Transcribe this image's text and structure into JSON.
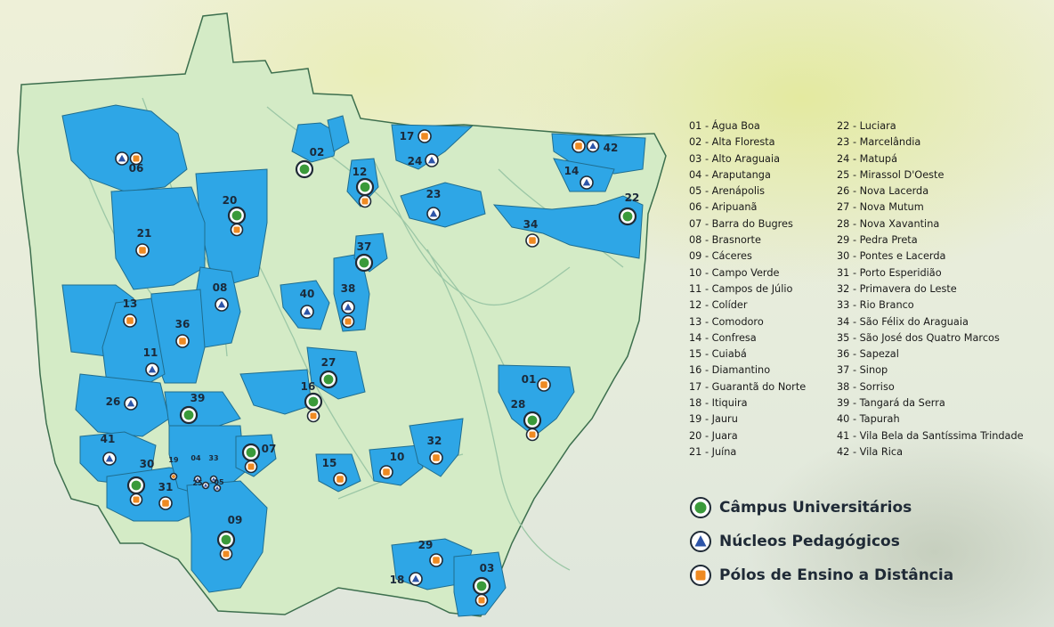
{
  "municipalities": [
    "01 - Água Boa",
    "02 - Alta Floresta",
    "03 - Alto Araguaia",
    "04 - Araputanga",
    "05 - Arenápolis",
    "06 - Aripuanã",
    "07 - Barra do Bugres",
    "08 - Brasnorte",
    "09 - Cáceres",
    "10 - Campo Verde",
    "11 - Campos de Júlio",
    "12 - Colíder",
    "13 - Comodoro",
    "14 - Confresa",
    "15 - Cuiabá",
    "16 - Diamantino",
    "17 - Guarantã do Norte",
    "18 - Itiquira",
    "19 - Jauru",
    "20 - Juara",
    "21 - Juína",
    "22 - Luciara",
    "23 - Marcelândia",
    "24 - Matupá",
    "25 - Mirassol D'Oeste",
    "26 - Nova Lacerda",
    "27 - Nova Mutum",
    "28 - Nova Xavantina",
    "29 - Pedra Preta",
    "30 - Pontes e Lacerda",
    "31 - Porto Esperidião",
    "32 - Primavera do Leste",
    "33 - Rio Branco",
    "34 - São Félix do Araguaia",
    "35 - São José dos Quatro Marcos",
    "36 - Sapezal",
    "37 - Sinop",
    "38 - Sorriso",
    "39 - Tangará da Serra",
    "40 - Tapurah",
    "41 - Vila Bela da Santíssima Trindade",
    "42 - Vila Rica"
  ],
  "legend": [
    {
      "key": "campus",
      "label": "Câmpus Universitários",
      "color": "#3a9a3a"
    },
    {
      "key": "nucleo",
      "label": "Núcleos Pedagógicos",
      "color": "#2d54a8"
    },
    {
      "key": "polo",
      "label": "Pólos de Ensino a Distância",
      "color": "#ef8a22"
    }
  ],
  "colors": {
    "state_fill": "#d4ebc6",
    "region_fill": "#2ea6e6",
    "river": "#9cc7a6",
    "border": "#3d6f4e"
  },
  "markers": [
    {
      "label": "06",
      "types": [
        "nucleo",
        "polo"
      ]
    },
    {
      "label": "02",
      "types": [
        "campus"
      ]
    },
    {
      "label": "12",
      "types": [
        "campus",
        "polo"
      ]
    },
    {
      "label": "17",
      "types": [
        "polo"
      ]
    },
    {
      "label": "24",
      "types": [
        "nucleo"
      ]
    },
    {
      "label": "42",
      "types": [
        "polo",
        "nucleo"
      ]
    },
    {
      "label": "14",
      "types": [
        "nucleo"
      ]
    },
    {
      "label": "22",
      "types": [
        "campus"
      ]
    },
    {
      "label": "20",
      "types": [
        "campus",
        "polo"
      ]
    },
    {
      "label": "21",
      "types": [
        "polo"
      ]
    },
    {
      "label": "23",
      "types": [
        "nucleo"
      ]
    },
    {
      "label": "34",
      "types": [
        "polo"
      ]
    },
    {
      "label": "37",
      "types": [
        "campus"
      ]
    },
    {
      "label": "08",
      "types": [
        "nucleo"
      ]
    },
    {
      "label": "40",
      "types": [
        "nucleo"
      ]
    },
    {
      "label": "38",
      "types": [
        "nucleo",
        "polo"
      ]
    },
    {
      "label": "13",
      "types": [
        "polo"
      ]
    },
    {
      "label": "36",
      "types": [
        "polo"
      ]
    },
    {
      "label": "11",
      "types": [
        "nucleo"
      ]
    },
    {
      "label": "27",
      "types": [
        "campus"
      ]
    },
    {
      "label": "16",
      "types": [
        "campus",
        "polo"
      ]
    },
    {
      "label": "01",
      "types": [
        "polo"
      ]
    },
    {
      "label": "28",
      "types": [
        "campus",
        "polo"
      ]
    },
    {
      "label": "26",
      "types": [
        "nucleo"
      ]
    },
    {
      "label": "39",
      "types": [
        "campus"
      ]
    },
    {
      "label": "41",
      "types": [
        "nucleo"
      ]
    },
    {
      "label": "07",
      "types": [
        "campus",
        "polo"
      ]
    },
    {
      "label": "32",
      "types": [
        "polo"
      ]
    },
    {
      "label": "10",
      "types": [
        "polo"
      ]
    },
    {
      "label": "15",
      "types": [
        "polo"
      ]
    },
    {
      "label": "30",
      "types": [
        "campus",
        "polo"
      ]
    },
    {
      "label": "19",
      "types": [
        "polo"
      ]
    },
    {
      "label": "04",
      "types": [
        "nucleo"
      ]
    },
    {
      "label": "33",
      "types": [
        "nucleo"
      ]
    },
    {
      "label": "25",
      "types": [
        "nucleo"
      ]
    },
    {
      "label": "05",
      "types": [
        "nucleo"
      ]
    },
    {
      "label": "31",
      "types": [
        "polo"
      ]
    },
    {
      "label": "09",
      "types": [
        "campus",
        "polo"
      ]
    },
    {
      "label": "29",
      "types": [
        "polo"
      ]
    },
    {
      "label": "18",
      "types": [
        "nucleo"
      ]
    },
    {
      "label": "03",
      "types": [
        "campus",
        "polo"
      ]
    }
  ]
}
